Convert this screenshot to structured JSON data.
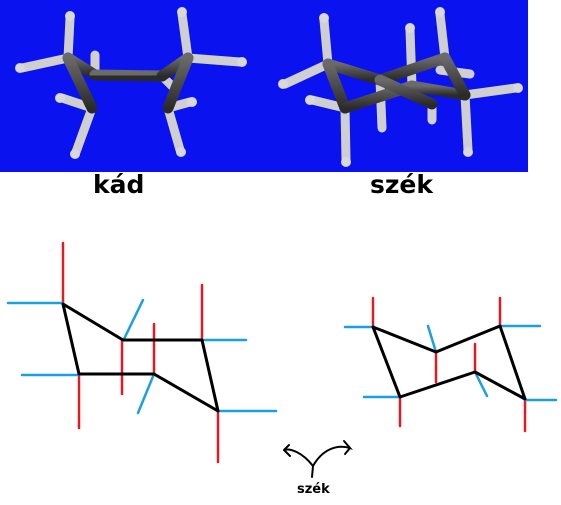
{
  "labels": {
    "boat": "kád",
    "chair": "szék",
    "chair_small": "szék"
  },
  "colors": {
    "panel_background": "#0b12f0",
    "ring_bond": "#000000",
    "axial_bond": "#e01b24",
    "equatorial_bond": "#1aa0e0",
    "carbon": "#3a3a3a",
    "hydrogen": "#d8d8d8"
  }
}
